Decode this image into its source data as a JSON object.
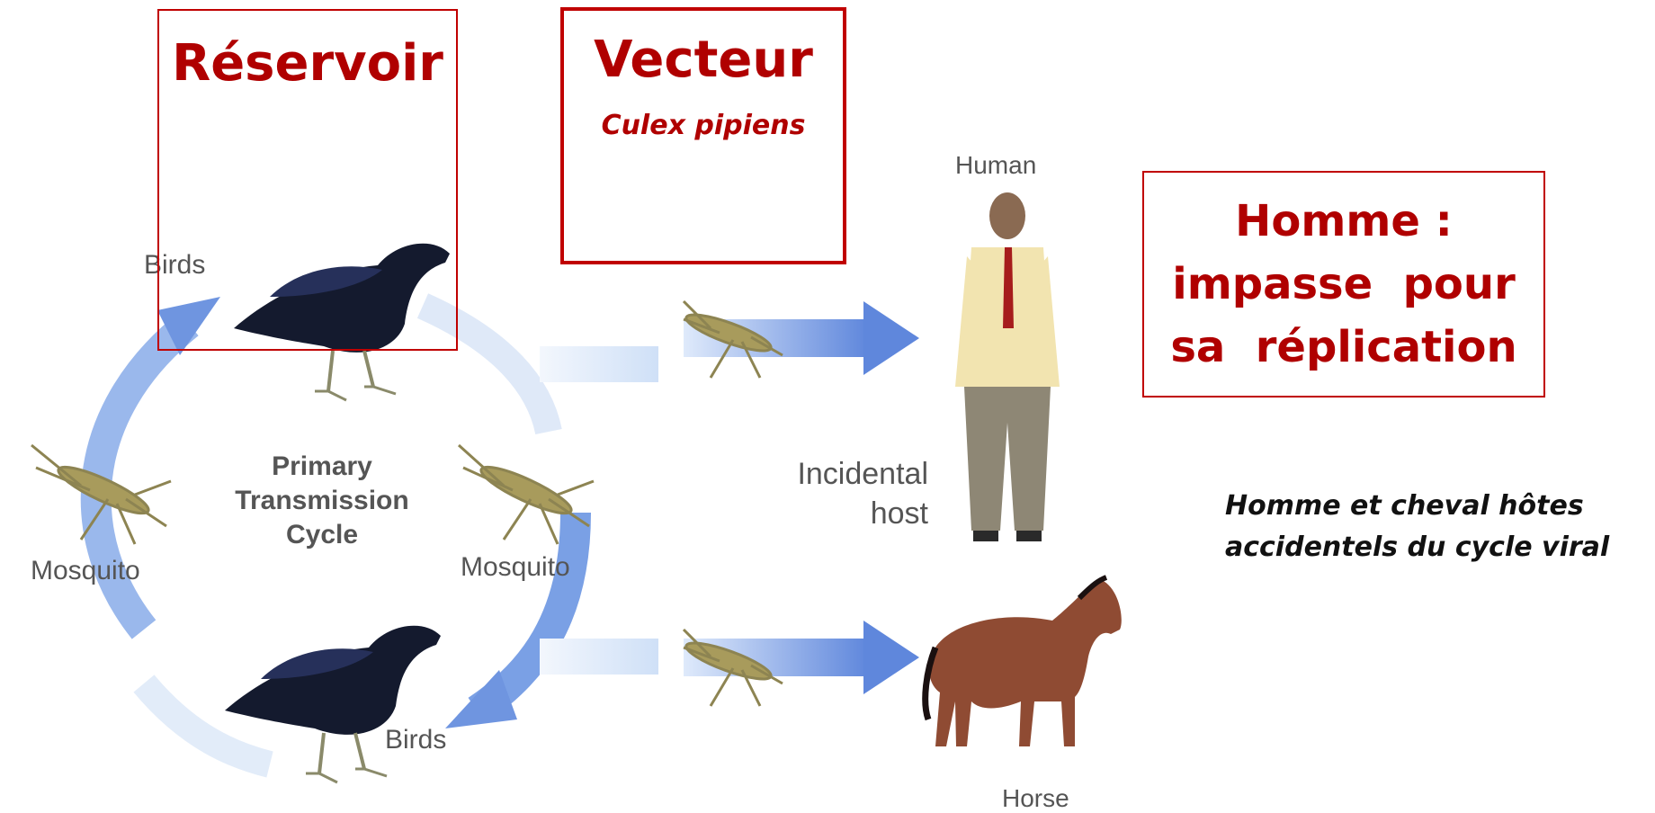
{
  "diagram_labels": {
    "birds_top": "Birds",
    "birds_bottom": "Birds",
    "mosquito_left": "Mosquito",
    "mosquito_right": "Mosquito",
    "cycle_line1": "Primary",
    "cycle_line2": "Transmission",
    "cycle_line3": "Cycle",
    "human": "Human",
    "incidental_line1": "Incidental",
    "incidental_line2": "host",
    "horse": "Horse"
  },
  "boxes": {
    "reservoir_title": "Réservoir",
    "vector_title": "Vecteur",
    "vector_species": "Culex pipiens",
    "human_line1": "Homme :",
    "human_line2": "impasse  pour",
    "human_line3": "sa  réplication"
  },
  "note": {
    "line1": "Homme et cheval hôtes",
    "line2": "accidentels du cycle viral"
  },
  "colors": {
    "accent_red": "#c00000",
    "arrow_blue": "#6f95e0",
    "arrow_light": "#d6e6fa"
  }
}
